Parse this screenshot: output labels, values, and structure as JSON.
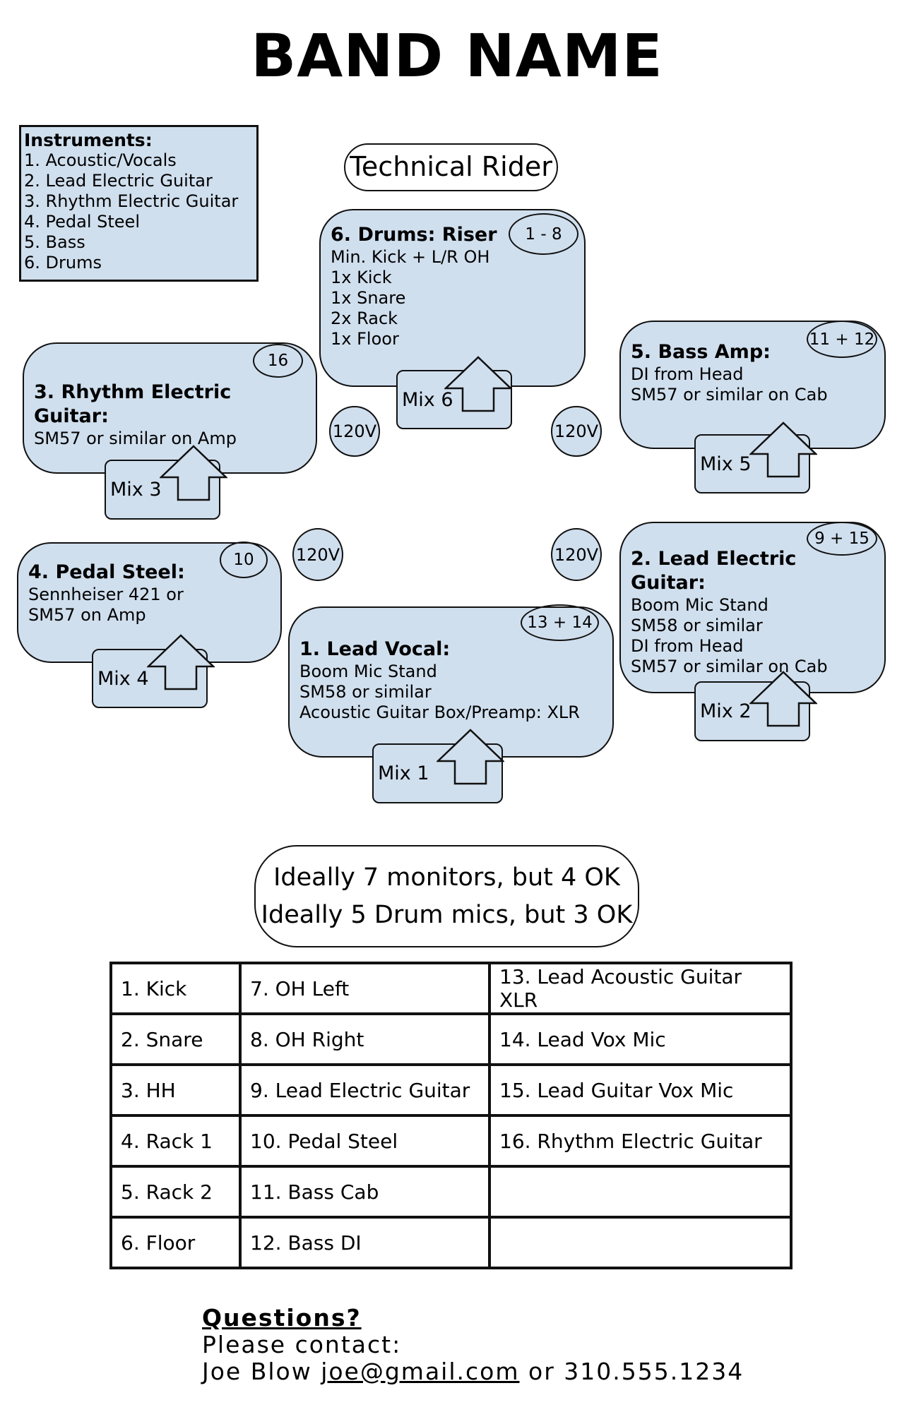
{
  "title": "BAND NAME",
  "instruments": {
    "heading": "Instruments:",
    "items": [
      "1. Acoustic/Vocals",
      "2. Lead Electric Guitar",
      "3. Rhythm Electric Guitar",
      "4. Pedal Steel",
      "5. Bass",
      "6. Drums"
    ]
  },
  "rider_label": "Technical Rider",
  "colors": {
    "fill": "#d0dfee",
    "stroke": "#111111"
  },
  "zones": {
    "drums": {
      "heading": "6. Drums: Riser",
      "lines": [
        "Min. Kick + L/R OH",
        "1x Kick",
        "1x Snare",
        "2x Rack",
        "1x Floor"
      ],
      "channels": "1 - 8",
      "mix": "Mix 6"
    },
    "rhythm": {
      "heading": "3. Rhythm Electric Guitar:",
      "lines": [
        "SM57 or similar on Amp"
      ],
      "channels": "16",
      "mix": "Mix 3"
    },
    "bass": {
      "heading": "5. Bass Amp:",
      "lines": [
        "DI from Head",
        "SM57 or similar on Cab"
      ],
      "channels": "11 + 12",
      "mix": "Mix 5"
    },
    "pedal": {
      "heading": "4. Pedal Steel:",
      "lines": [
        "Sennheiser 421 or",
        "SM57 on Amp"
      ],
      "channels": "10",
      "mix": "Mix 4"
    },
    "lead_guitar": {
      "heading": "2. Lead Electric Guitar:",
      "lines": [
        "Boom Mic Stand",
        "SM58 or similar",
        "DI from Head",
        "SM57 or similar on Cab"
      ],
      "channels": "9 + 15",
      "mix": "Mix 2"
    },
    "vocal": {
      "heading": "1. Lead Vocal:",
      "lines": [
        "Boom Mic Stand",
        "SM58 or similar",
        "Acoustic Guitar Box/Preamp: XLR"
      ],
      "channels": "13 + 14",
      "mix": "Mix 1"
    }
  },
  "power_label": "120V",
  "notes": [
    "Ideally 7 monitors, but 4 OK",
    "Ideally 5 Drum mics, but 3 OK"
  ],
  "inputs": [
    [
      "1. Kick",
      "7. OH Left",
      "13. Lead Acoustic Guitar XLR"
    ],
    [
      "2. Snare",
      "8. OH Right",
      "14. Lead Vox Mic"
    ],
    [
      "3. HH",
      "9. Lead Electric Guitar",
      "15. Lead Guitar Vox Mic"
    ],
    [
      "4. Rack 1",
      "10. Pedal Steel",
      "16. Rhythm Electric Guitar"
    ],
    [
      "5. Rack 2",
      "11. Bass Cab",
      ""
    ],
    [
      "6. Floor",
      "12. Bass DI",
      ""
    ]
  ],
  "contact": {
    "heading": "Questions?",
    "line1": "Please contact:",
    "name": "Joe Blow",
    "email": "joe@gmail.com",
    "or": "or",
    "phone": "310.555.1234"
  }
}
